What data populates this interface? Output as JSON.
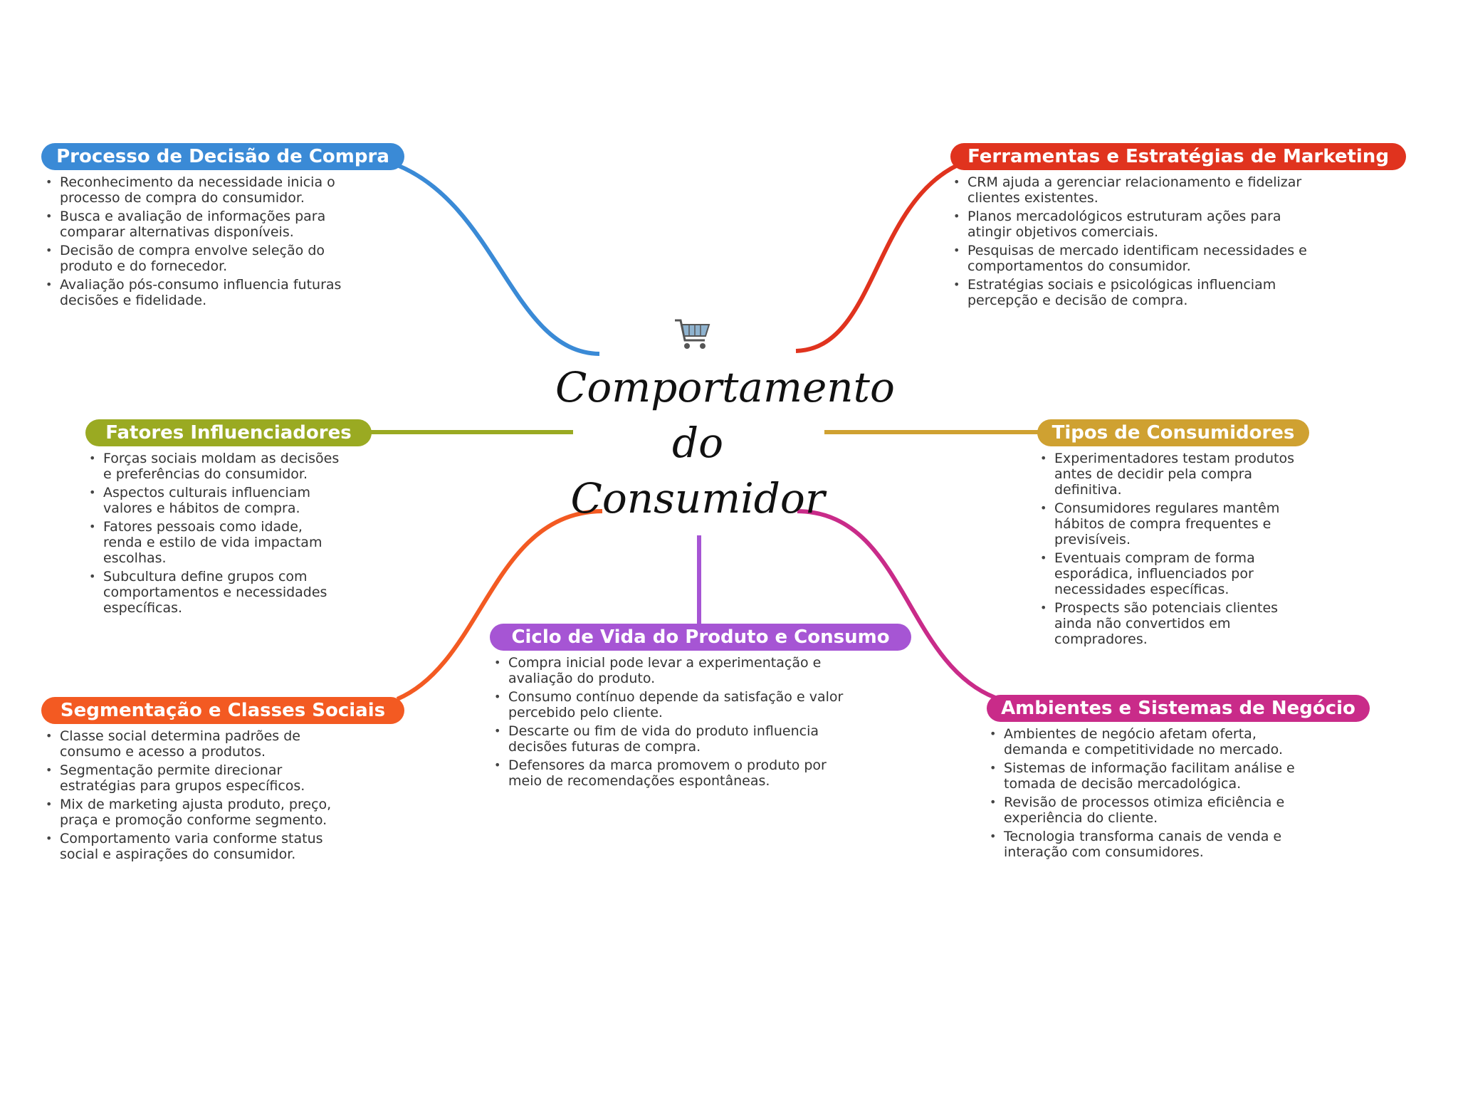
{
  "center": {
    "line1": "Comportamento",
    "line2": "do",
    "line3": "Consumidor",
    "icon": "shopping-cart-icon"
  },
  "branches": [
    {
      "title": "Processo de Decisão de Compra",
      "color": "#3a8ad6",
      "items": [
        "Reconhecimento da necessidade inicia o processo de compra do consumidor.",
        "Busca e avaliação de informações para comparar alternativas disponíveis.",
        "Decisão de compra envolve seleção do produto e do fornecedor.",
        "Avaliação pós-consumo influencia futuras decisões e fidelidade."
      ]
    },
    {
      "title": "Ferramentas e Estratégias de Marketing",
      "color": "#e0331e",
      "items": [
        "CRM ajuda a gerenciar relacionamento e fidelizar clientes existentes.",
        "Planos mercadológicos estruturam ações para atingir objetivos comerciais.",
        "Pesquisas de mercado identificam necessidades e comportamentos do consumidor.",
        "Estratégias sociais e psicológicas influenciam percepção e decisão de compra."
      ]
    },
    {
      "title": "Fatores Influenciadores",
      "color": "#9aaa22",
      "items": [
        "Forças sociais moldam as decisões e preferências do consumidor.",
        "Aspectos culturais influenciam valores e hábitos de compra.",
        "Fatores pessoais como idade, renda e estilo de vida impactam escolhas.",
        "Subcultura define grupos com comportamentos e necessidades específicas."
      ]
    },
    {
      "title": "Tipos de Consumidores",
      "color": "#cfa131",
      "items": [
        "Experimentadores testam produtos antes de decidir pela compra definitiva.",
        "Consumidores regulares mantêm hábitos de compra frequentes e previsíveis.",
        "Eventuais compram de forma esporádica, influenciados por necessidades específicas.",
        "Prospects são potenciais clientes ainda não convertidos em compradores."
      ]
    },
    {
      "title": "Ciclo de Vida do Produto e Consumo",
      "color": "#a655d4",
      "items": [
        "Compra inicial pode levar a experimentação e avaliação do produto.",
        "Consumo contínuo depende da satisfação e valor percebido pelo cliente.",
        "Descarte ou fim de vida do produto influencia decisões futuras de compra.",
        "Defensores da marca promovem o produto por meio de recomendações espontâneas."
      ]
    },
    {
      "title": "Segmentação e Classes Sociais",
      "color": "#f35a22",
      "items": [
        "Classe social determina padrões de consumo e acesso a produtos.",
        "Segmentação permite direcionar estratégias para grupos específicos.",
        "Mix de marketing ajusta produto, preço, praça e promoção conforme segmento.",
        "Comportamento varia conforme status social e aspirações do consumidor."
      ]
    },
    {
      "title": "Ambientes e Sistemas de Negócio",
      "color": "#c92b89",
      "items": [
        "Ambientes de negócio afetam oferta, demanda e competitividade no mercado.",
        "Sistemas de informação facilitam análise e tomada de decisão mercadológica.",
        "Revisão de processos otimiza eficiência e experiência do cliente.",
        "Tecnologia transforma canais de venda e interação com consumidores."
      ]
    }
  ]
}
